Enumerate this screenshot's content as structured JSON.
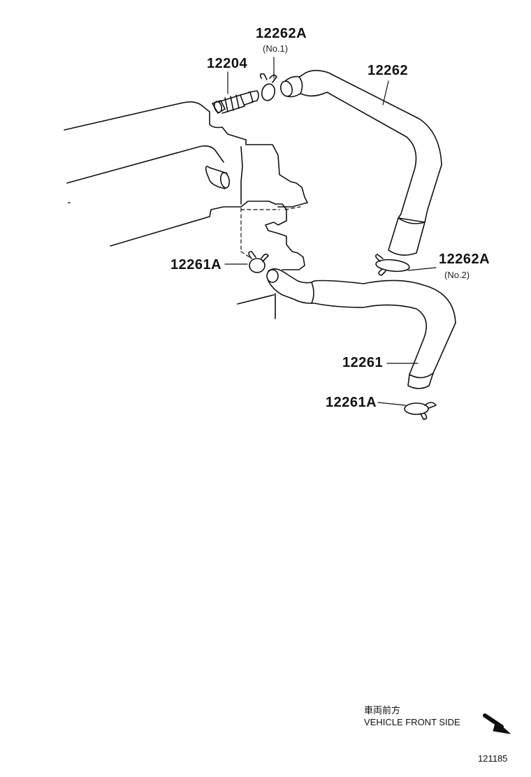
{
  "parts": {
    "p12262A_no1": {
      "number": "12262A",
      "note": "(No.1)"
    },
    "p12204": {
      "number": "12204"
    },
    "p12262": {
      "number": "12262"
    },
    "p12262A_no2": {
      "number": "12262A",
      "note": "(No.2)"
    },
    "p12261A_upper": {
      "number": "12261A"
    },
    "p12261": {
      "number": "12261"
    },
    "p12261A_lower": {
      "number": "12261A"
    }
  },
  "footer": {
    "direction_jp": "車両前方",
    "direction_en": "VEHICLE FRONT SIDE",
    "arrow_icon": "arrow-down-right-icon",
    "diagram_id": "121185"
  }
}
